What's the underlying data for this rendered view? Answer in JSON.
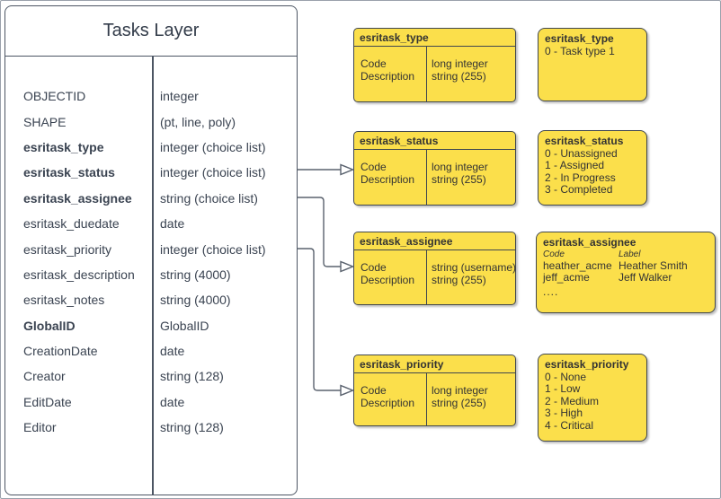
{
  "colors": {
    "shape_fill": "#fbdf4b",
    "shape_stroke": "#40474f",
    "panel_stroke": "#4c5563",
    "panel_text": "#3a4351",
    "box_text": "#333333",
    "connector": "#5a626e",
    "frame_border": "#9aa1ab"
  },
  "tasks_layer": {
    "title": "Tasks Layer",
    "fields": [
      {
        "name": "OBJECTID",
        "type": "integer"
      },
      {
        "name": "SHAPE",
        "type": "(pt, line, poly)"
      },
      {
        "name": "esritask_type",
        "type": "integer (choice list)"
      },
      {
        "name": "esritask_status",
        "type": "integer (choice list)"
      },
      {
        "name": "esritask_assignee",
        "type": "string (choice list)"
      },
      {
        "name": "esritask_duedate",
        "type": "date"
      },
      {
        "name": "esritask_priority",
        "type": "integer (choice list)"
      },
      {
        "name": "esritask_description",
        "type": "string (4000)"
      },
      {
        "name": "esritask_notes",
        "type": "string (4000)"
      },
      {
        "name": "GlobalID",
        "type": "GlobalID"
      },
      {
        "name": "CreationDate",
        "type": "date"
      },
      {
        "name": "Creator",
        "type": "string (128)"
      },
      {
        "name": "EditDate",
        "type": "date"
      },
      {
        "name": "Editor",
        "type": "string (128)"
      }
    ]
  },
  "domain_tables": [
    {
      "title": "esritask_type",
      "rows": [
        {
          "key": "Code",
          "value": "long integer"
        },
        {
          "key": "Description",
          "value": "string (255)"
        }
      ]
    },
    {
      "title": "esritask_status",
      "rows": [
        {
          "key": "Code",
          "value": "long integer"
        },
        {
          "key": "Description",
          "value": "string (255)"
        }
      ]
    },
    {
      "title": "esritask_assignee",
      "rows": [
        {
          "key": "Code",
          "value": "string (username)"
        },
        {
          "key": "Description",
          "value": "string (255)"
        }
      ]
    },
    {
      "title": "esritask_priority",
      "rows": [
        {
          "key": "Code",
          "value": "long integer"
        },
        {
          "key": "Description",
          "value": "string (255)"
        }
      ]
    }
  ],
  "choice_lists": [
    {
      "title": "esritask_type",
      "items": [
        "0 - Task type 1"
      ]
    },
    {
      "title": "esritask_status",
      "items": [
        "0 - Unassigned",
        "1 - Assigned",
        "2 - In Progress",
        "3 - Completed"
      ]
    },
    {
      "title": "esritask_assignee",
      "col_headers": {
        "code": "Code",
        "label": "Label"
      },
      "entries": [
        {
          "code": "heather_acme",
          "label": "Heather Smith"
        },
        {
          "code": "jeff_acme",
          "label": "Jeff Walker"
        }
      ],
      "more": "...."
    },
    {
      "title": "esritask_priority",
      "items": [
        "0 - None",
        "1 - Low",
        "2 - Medium",
        "3 - High",
        "4 - Critical"
      ]
    }
  ]
}
